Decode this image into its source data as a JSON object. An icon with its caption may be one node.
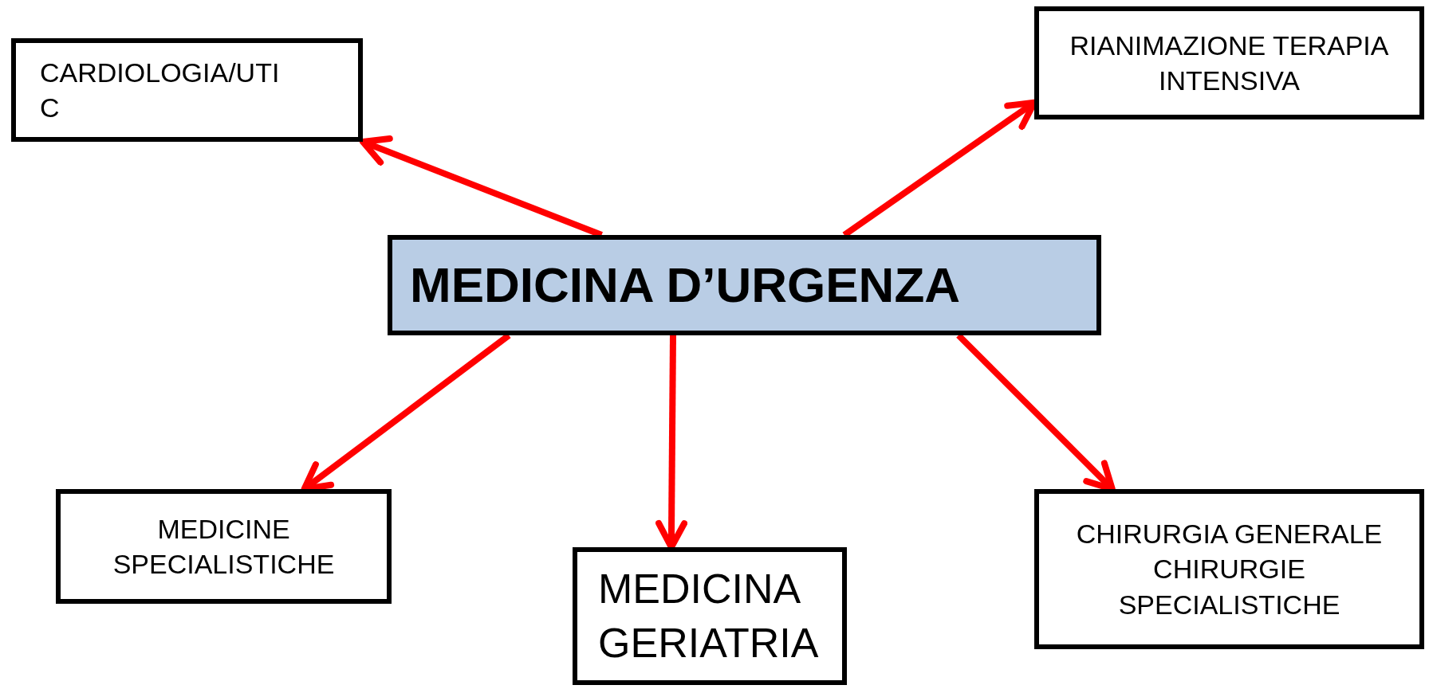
{
  "diagram": {
    "nodes": [
      {
        "text": [
          "MEDICINA D’URGENZA"
        ]
      },
      {
        "text": [
          "CARDIOLOGIA/UTI C"
        ]
      },
      {
        "text": [
          "RIANIMAZIONE TERAPIA INTENSIVA"
        ]
      },
      {
        "text": [
          "MEDICINE SPECIALISTICHE"
        ]
      },
      {
        "text": [
          "MEDICINA GERIATRIA"
        ]
      },
      {
        "text": [
          "CHIRURGIA GENERALE CHIRURGIE SPECIALISTICHE"
        ]
      }
    ],
    "edges": [
      {
        "from": 0,
        "to": 1,
        "arrow": "to"
      },
      {
        "from": 0,
        "to": 2,
        "arrow": "to"
      },
      {
        "from": 0,
        "to": 3,
        "arrow": "to"
      },
      {
        "from": 0,
        "to": 4,
        "arrow": "to"
      },
      {
        "from": 0,
        "to": 5,
        "arrow": "to"
      }
    ]
  }
}
